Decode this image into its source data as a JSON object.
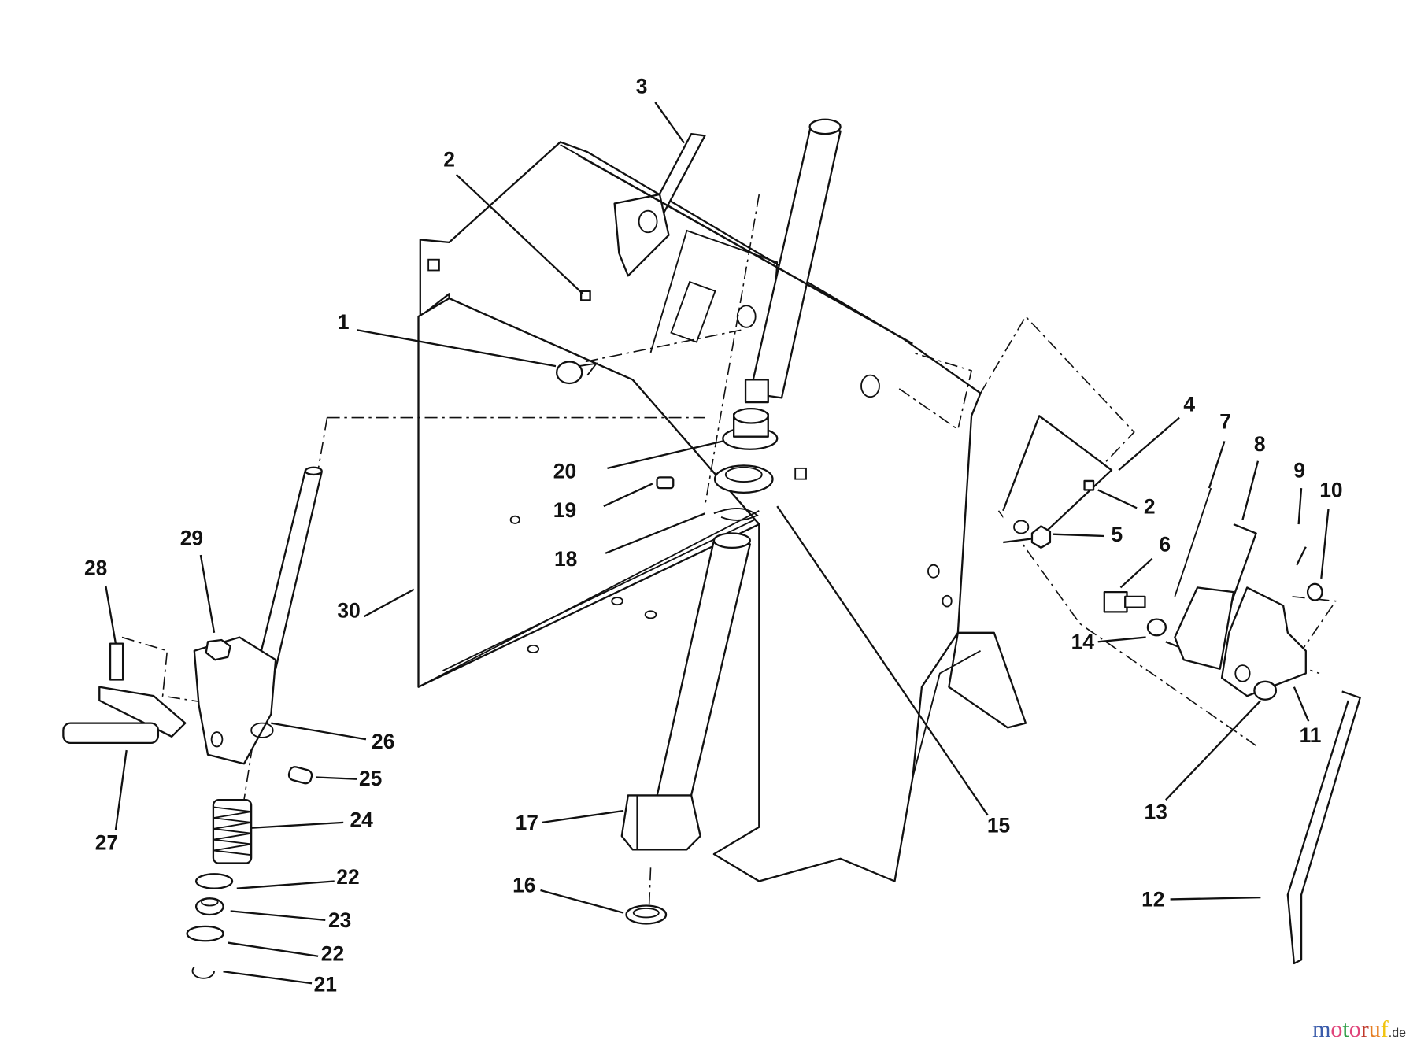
{
  "diagram": {
    "labels": {
      "l1": "1",
      "l2a": "2",
      "l2b": "2",
      "l3": "3",
      "l4": "4",
      "l5": "5",
      "l6": "6",
      "l7": "7",
      "l8": "8",
      "l9": "9",
      "l10": "10",
      "l11": "11",
      "l12": "12",
      "l13": "13",
      "l14": "14",
      "l15": "15",
      "l16": "16",
      "l17": "17",
      "l18": "18",
      "l19": "19",
      "l20": "20",
      "l21": "21",
      "l22a": "22",
      "l22b": "22",
      "l23": "23",
      "l24": "24",
      "l25": "25",
      "l26": "26",
      "l27": "27",
      "l28": "28",
      "l29": "29",
      "l30": "30"
    }
  },
  "watermark": {
    "text": "motoruf",
    "suffix": ".de",
    "colors": [
      "#3b5cab",
      "#e0457b",
      "#2e9e47",
      "#e0457b",
      "#c0392b",
      "#e67e22",
      "#f1c40f"
    ]
  }
}
